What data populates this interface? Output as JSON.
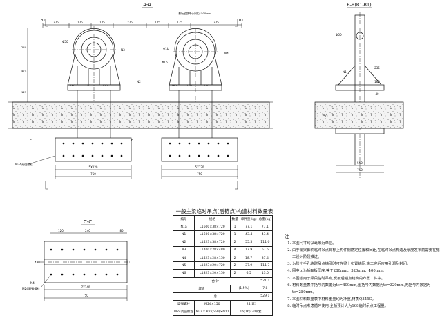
{
  "views": {
    "aa": {
      "title": "A-A",
      "top_note": "基板全部中心间距1500mm",
      "dims_top": [
        "375",
        "175",
        "175",
        "275",
        "175",
        "175",
        "375"
      ],
      "phi_labels": [
        "Φ50",
        "Φ1b",
        "Φ1b"
      ],
      "n_labels": [
        "N3",
        "N4",
        "N2"
      ],
      "dims_row": [
        "180",
        "110",
        "120",
        "180",
        "110",
        "120"
      ],
      "dims_bottom_left": [
        "5X120",
        "750"
      ],
      "dims_bottom_right": [
        "5X120",
        "750"
      ],
      "m_note": "M24高强螺栓",
      "side_labels": [
        "c",
        "c",
        "B1",
        "B1"
      ]
    },
    "bb": {
      "title": "B-B(B1-B1)",
      "dims": [
        "235",
        "160",
        "40",
        "150",
        "550",
        "750"
      ],
      "labels": [
        "Φ50",
        "N1"
      ]
    },
    "cc": {
      "title": "C-C",
      "dims": [
        "120",
        "240",
        "480",
        "80",
        "750",
        "7X240"
      ],
      "m_note": "M24高强螺栓",
      "n_label": "N4"
    }
  },
  "table": {
    "title": "一般主梁临时吊点(后锚点)构造材料数量表",
    "headers": [
      "编号",
      "规格",
      "数量",
      "单件重(kg)",
      "总重(kg)"
    ],
    "rows": [
      [
        "N1a",
        "L1600×38×720",
        "1",
        "77.1",
        "77.1"
      ],
      [
        "N1",
        "L1600×38×720",
        "1",
        "43.4",
        "43.4"
      ],
      [
        "N2",
        "L1423×38×720",
        "2",
        "55.5",
        "111.0"
      ],
      [
        "N3",
        "L1400×28×480",
        "4",
        "17.9",
        "67.5"
      ],
      [
        "N4",
        "L1423×28×150",
        "2",
        "18.7",
        "37.4"
      ],
      [
        "N5",
        "L1323×20×720",
        "2",
        "37.9",
        "111.7"
      ],
      [
        "N6",
        "L1323×20×150",
        "2",
        "6.5",
        "13.0"
      ]
    ],
    "sum_label": "合    计",
    "sum_value": "521.1",
    "weld_label": "焊缝",
    "weld_pct": "(1.5%)",
    "weld_value": "7.8",
    "total_label": "总",
    "total_value": "529.1",
    "bolt_rows": [
      [
        "高强螺栓",
        "M24×150",
        "24(套)"
      ],
      [
        "M24高强螺栓",
        "M24×300(650)×600",
        "16(16)(20)(套)"
      ]
    ]
  },
  "notes": {
    "title": "注",
    "items": [
      "本图尺寸均以毫米为单位。",
      "由于钢梁影响临时吊点目标上构件钢筋定位置和间距,在临时吊点构造及厚度发布前需要在施工设计阶段推进。",
      "为张拉手孔临时吊点锚固时可在梁上布置锚固,施工完后应用孔洞及封闭。",
      "图中tc为桥面板厚度,等于280mm、320mm、400mm。",
      "本图适用于梁段临时吊点,反射后锚点结构的布置工件中。",
      "材料数量表中括号内数据为tc=400mm,图括号内数据为tc=320mm,无括号内数据为tc=280mm。",
      "本图材料数量表中材料重量均为净重,材质Q345C。",
      "临时吊点考虑循环使用,全桥预计大为168临时吊点工程量。"
    ]
  }
}
